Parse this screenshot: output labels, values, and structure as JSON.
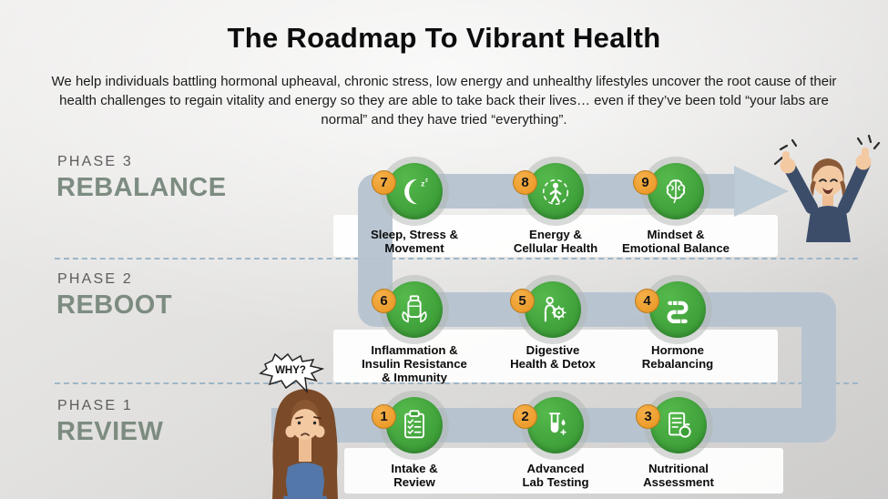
{
  "header": {
    "title": "The Roadmap To Vibrant Health",
    "subtitle": "We help individuals battling hormonal upheaval, chronic stress, low energy and unhealthy lifestyles uncover the root cause of their health challenges to regain vitality and energy so they are able to take back their lives… even if they’ve been told “your labs are normal” and they have tried “everything”."
  },
  "phases": [
    {
      "label": "PHASE 3",
      "name": "REBALANCE"
    },
    {
      "label": "PHASE 2",
      "name": "REBOOT"
    },
    {
      "label": "PHASE 1",
      "name": "REVIEW"
    }
  ],
  "steps": [
    {
      "number": "1",
      "label": "Intake &\nReview",
      "icon": "clipboard-checklist-icon"
    },
    {
      "number": "2",
      "label": "Advanced\nLab Testing",
      "icon": "lab-test-tube-icon"
    },
    {
      "number": "3",
      "label": "Nutritional\nAssessment",
      "icon": "nutrition-report-apple-icon"
    },
    {
      "number": "4",
      "label": "Hormone\nRebalancing",
      "icon": "gut-intestine-icon"
    },
    {
      "number": "5",
      "label": "Digestive\nHealth & Detox",
      "icon": "body-microbe-icon"
    },
    {
      "number": "6",
      "label": "Inflammation &\nInsulin Resistance\n& Immunity",
      "icon": "supplement-bottle-leaves-icon"
    },
    {
      "number": "7",
      "label": "Sleep, Stress &\nMovement",
      "icon": "moon-sleep-icon"
    },
    {
      "number": "8",
      "label": "Energy &\nCellular Health",
      "icon": "body-energy-icon"
    },
    {
      "number": "9",
      "label": "Mindset &\nEmotional Balance",
      "icon": "brain-icon"
    }
  ],
  "speech_bubble": {
    "text": "WHY?"
  },
  "colors": {
    "step_green": "#3aa135",
    "badge_orange": "#eda233",
    "path_blue": "#b5c3d0",
    "phase_name_green": "#7d8c81",
    "dashed_divider_blue": "#9db6c8"
  }
}
